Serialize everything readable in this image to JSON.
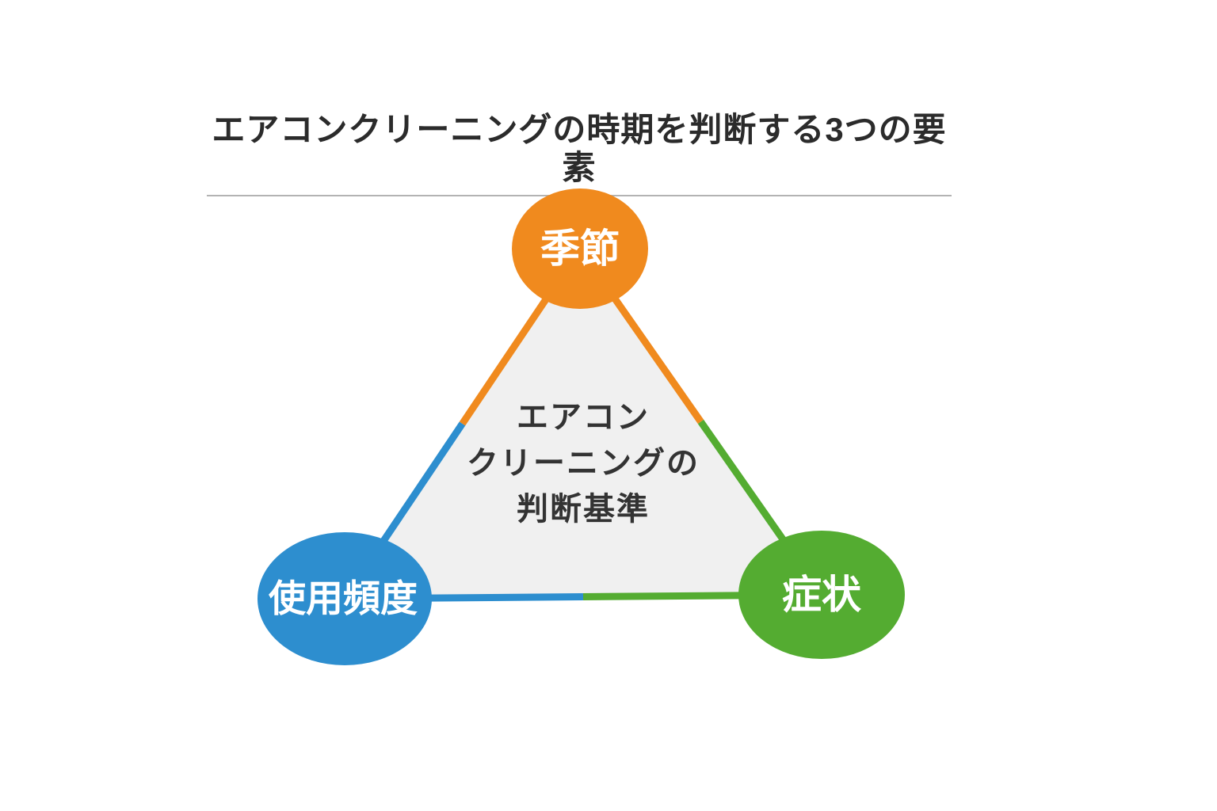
{
  "title": {
    "text": "エアコンクリーニングの時期を判断する3つの要素"
  },
  "diagram": {
    "center_label": {
      "line1": "エアコン",
      "line2": "クリーニングの",
      "line3": "判断基準"
    },
    "nodes": {
      "season": {
        "label": "季節",
        "color": "#F08A1E"
      },
      "usage_frequency": {
        "label": "使用頻度",
        "color": "#2D8ECF"
      },
      "symptoms": {
        "label": "症状",
        "color": "#54AC31"
      }
    },
    "triangle_fill": "#F0F0F0"
  }
}
